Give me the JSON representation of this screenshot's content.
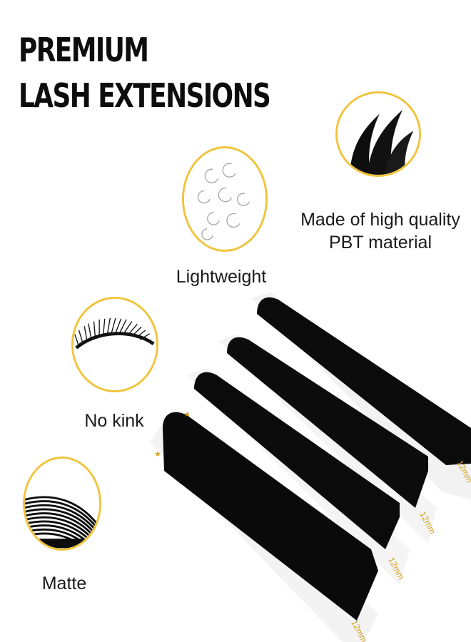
{
  "header": {
    "line1": "PREMIUM",
    "line2": "LASH EXTENSIONS"
  },
  "features": {
    "lightweight": {
      "label": "Lightweight",
      "icon": "curl-icon"
    },
    "material": {
      "label_line1": "Made of high quality",
      "label_line2": "PBT material",
      "icon": "lash-tips-icon"
    },
    "no_kink": {
      "label": "No kink",
      "icon": "eye-lash-icon"
    },
    "matte": {
      "label": "Matte",
      "icon": "lash-strands-icon"
    }
  },
  "trays": {
    "length_label": "12mm",
    "count": 4
  },
  "colors": {
    "accent": "#f0c43c",
    "lash": "#0b0b0b",
    "tray": "#f4f4f4",
    "text": "#1a1a1a"
  }
}
